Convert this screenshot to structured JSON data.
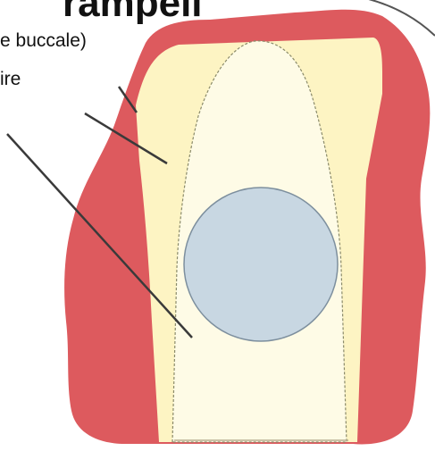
{
  "header": {
    "title_fragment": "rampell"
  },
  "labels": {
    "line1": "e buccale)",
    "line2": "ire"
  },
  "colors": {
    "gingiva": "#dd5a5e",
    "bone": "#fdf4c3",
    "canal": "#fefbe6",
    "circle": "#c8d7e2",
    "leader": "#3a3a3a"
  }
}
